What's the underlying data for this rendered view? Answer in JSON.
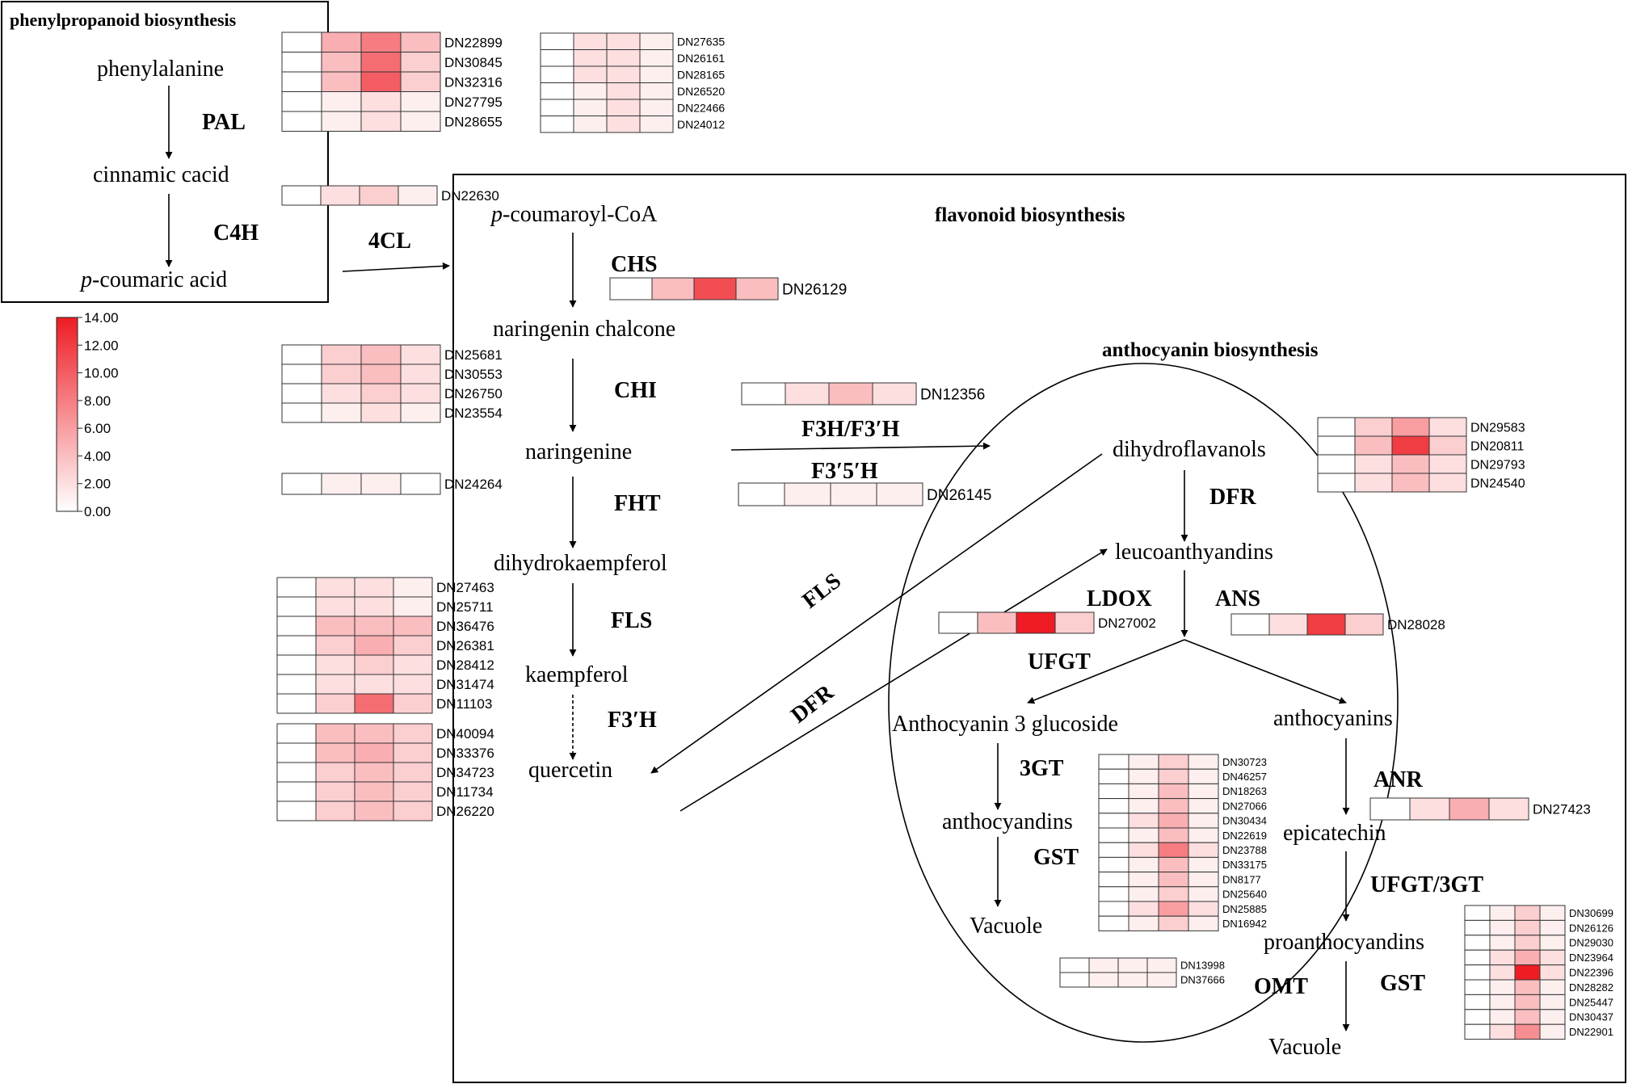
{
  "boxes": {
    "phenylpropanoid_title": "phenylpropanoid  biosynthesis",
    "flavonoid_title": "flavonoid biosynthesis",
    "anthocyanin_title": "anthocyanin  biosynthesis"
  },
  "compounds": {
    "phenylalanine": "phenylalanine",
    "cinnamic": "cinnamic cacid",
    "coumaric_italic": "p",
    "coumaric_rest": "-coumaric acid",
    "coumaroyl_italic": "p",
    "coumaroyl_rest": "-coumaroyl-CoA",
    "chalcone": "naringenin chalcone",
    "naringenine": "naringenine",
    "dihydrokaempferol": "dihydrokaempferol",
    "kaempferol": "kaempferol",
    "quercetin": "quercetin",
    "dihydroflavanols": "dihydroflavanols",
    "leucoanthyandins": "leucoanthyandins",
    "anthocyanin3g": "Anthocyanin 3 glucoside",
    "anthocyanins": "anthocyanins",
    "anthocyandins": "anthocyandins",
    "epicatechin": "epicatechin",
    "vacuole1": "Vacuole",
    "proanthocyandins": "proanthocyandins",
    "vacuole2": "Vacuole"
  },
  "enzymes": {
    "PAL": "PAL",
    "C4H": "C4H",
    "4CL": "4CL",
    "CHS": "CHS",
    "CHI": "CHI",
    "F3H_F3pH": "F3H/F3′H",
    "F3p5pH": "F3′5′H",
    "FHT": "FHT",
    "FLS": "FLS",
    "F3pH": "F3′H",
    "FLS_diag": "FLS",
    "DFR_diag": "DFR",
    "DFR": "DFR",
    "LDOX": "LDOX",
    "ANS": "ANS",
    "UFGT": "UFGT",
    "3GT": "3GT",
    "ANR": "ANR",
    "GST1": "GST",
    "UFGT_3GT": "UFGT/3GT",
    "OMT": "OMT",
    "GST2": "GST"
  },
  "legend": {
    "color_low": "#ffffff",
    "color_high": "#ee1c24",
    "ticks": [
      "14.00",
      "12.00",
      "10.00",
      "8.00",
      "6.00",
      "4.00",
      "2.00",
      "0.00"
    ]
  },
  "heatmaps": {
    "pal_a": {
      "genes": [
        "DN22899",
        "DN30845",
        "DN32316",
        "DN27795",
        "DN28655"
      ],
      "values": [
        [
          0,
          5,
          8,
          4
        ],
        [
          0,
          4,
          9,
          3
        ],
        [
          0,
          4,
          10,
          3
        ],
        [
          0,
          1,
          2,
          1
        ],
        [
          0,
          1,
          2,
          1
        ]
      ]
    },
    "pal_b": {
      "genes": [
        "DN27635",
        "DN26161",
        "DN28165",
        "DN26520",
        "DN22466",
        "DN24012"
      ],
      "values": [
        [
          0,
          2,
          2,
          1
        ],
        [
          0,
          2,
          2,
          1
        ],
        [
          0,
          2,
          2,
          1
        ],
        [
          0,
          1,
          2,
          1
        ],
        [
          0,
          1,
          2,
          1
        ],
        [
          0,
          1,
          2,
          1
        ]
      ]
    },
    "c4h": {
      "genes": [
        "DN22630"
      ],
      "values": [
        [
          0,
          2,
          3,
          1
        ]
      ]
    },
    "chs": {
      "genes": [
        "DN26129"
      ],
      "values": [
        [
          0,
          4,
          11,
          4
        ]
      ]
    },
    "cl4": {
      "genes": [
        "DN25681",
        "DN30553",
        "DN26750",
        "DN23554"
      ],
      "values": [
        [
          0,
          3,
          4,
          2
        ],
        [
          0,
          3,
          4,
          2
        ],
        [
          0,
          2,
          3,
          2
        ],
        [
          0,
          1,
          2,
          1
        ]
      ]
    },
    "chi": {
      "genes": [
        "DN12356"
      ],
      "values": [
        [
          0,
          2,
          4,
          2
        ]
      ]
    },
    "dn24264": {
      "genes": [
        "DN24264"
      ],
      "values": [
        [
          0,
          1,
          1,
          0
        ]
      ]
    },
    "f3p5ph": {
      "genes": [
        "DN26145"
      ],
      "values": [
        [
          0,
          1,
          1,
          1
        ]
      ]
    },
    "dfr": {
      "genes": [
        "DN29583",
        "DN20811",
        "DN29793",
        "DN24540"
      ],
      "values": [
        [
          0,
          3,
          6,
          2
        ],
        [
          0,
          4,
          12,
          3
        ],
        [
          0,
          2,
          4,
          2
        ],
        [
          0,
          2,
          4,
          2
        ]
      ]
    },
    "fls_a": {
      "genes": [
        "DN27463",
        "DN25711",
        "DN36476",
        "DN26381",
        "DN28412",
        "DN31474",
        "DN11103"
      ],
      "values": [
        [
          0,
          2,
          2,
          1
        ],
        [
          0,
          2,
          2,
          1
        ],
        [
          0,
          4,
          4,
          4
        ],
        [
          0,
          3,
          5,
          3
        ],
        [
          0,
          2,
          3,
          2
        ],
        [
          0,
          2,
          2,
          2
        ],
        [
          0,
          3,
          9,
          3
        ]
      ]
    },
    "fls_b": {
      "genes": [
        "DN40094",
        "DN33376",
        "DN34723",
        "DN11734",
        "DN26220"
      ],
      "values": [
        [
          0,
          4,
          4,
          3
        ],
        [
          0,
          4,
          5,
          3
        ],
        [
          0,
          3,
          4,
          3
        ],
        [
          0,
          3,
          4,
          3
        ],
        [
          0,
          3,
          4,
          3
        ]
      ]
    },
    "ldox": {
      "genes": [
        "DN27002"
      ],
      "values": [
        [
          0,
          4,
          14,
          3
        ]
      ]
    },
    "ans": {
      "genes": [
        "DN28028"
      ],
      "values": [
        [
          0,
          2,
          12,
          3
        ]
      ]
    },
    "anr": {
      "genes": [
        "DN27423"
      ],
      "values": [
        [
          0,
          2,
          5,
          2
        ]
      ]
    },
    "gt3": {
      "genes": [
        "DN30723",
        "DN46257",
        "DN18263",
        "DN27066",
        "DN30434",
        "DN22619",
        "DN23788",
        "DN33175",
        "DN8177",
        "DN25640",
        "DN25885",
        "DN16942"
      ],
      "values": [
        [
          0,
          1,
          3,
          1
        ],
        [
          0,
          1,
          3,
          1
        ],
        [
          0,
          1,
          4,
          1
        ],
        [
          0,
          1,
          4,
          1
        ],
        [
          0,
          2,
          5,
          1
        ],
        [
          0,
          1,
          4,
          1
        ],
        [
          0,
          2,
          8,
          2
        ],
        [
          0,
          1,
          4,
          1
        ],
        [
          0,
          1,
          4,
          1
        ],
        [
          0,
          1,
          3,
          1
        ],
        [
          0,
          2,
          6,
          2
        ],
        [
          0,
          1,
          3,
          1
        ]
      ]
    },
    "small": {
      "genes": [
        "DN13998",
        "DN37666"
      ],
      "values": [
        [
          0,
          1,
          1,
          1
        ],
        [
          0,
          1,
          1,
          1
        ]
      ]
    },
    "gst2": {
      "genes": [
        "DN30699",
        "DN26126",
        "DN29030",
        "DN23964",
        "DN22396",
        "DN28282",
        "DN25447",
        "DN30437",
        "DN22901"
      ],
      "values": [
        [
          0,
          1,
          3,
          1
        ],
        [
          0,
          1,
          3,
          1
        ],
        [
          0,
          1,
          3,
          1
        ],
        [
          0,
          2,
          5,
          2
        ],
        [
          0,
          2,
          14,
          2
        ],
        [
          0,
          1,
          4,
          1
        ],
        [
          0,
          1,
          4,
          1
        ],
        [
          0,
          1,
          4,
          1
        ],
        [
          0,
          2,
          7,
          1
        ]
      ]
    }
  }
}
